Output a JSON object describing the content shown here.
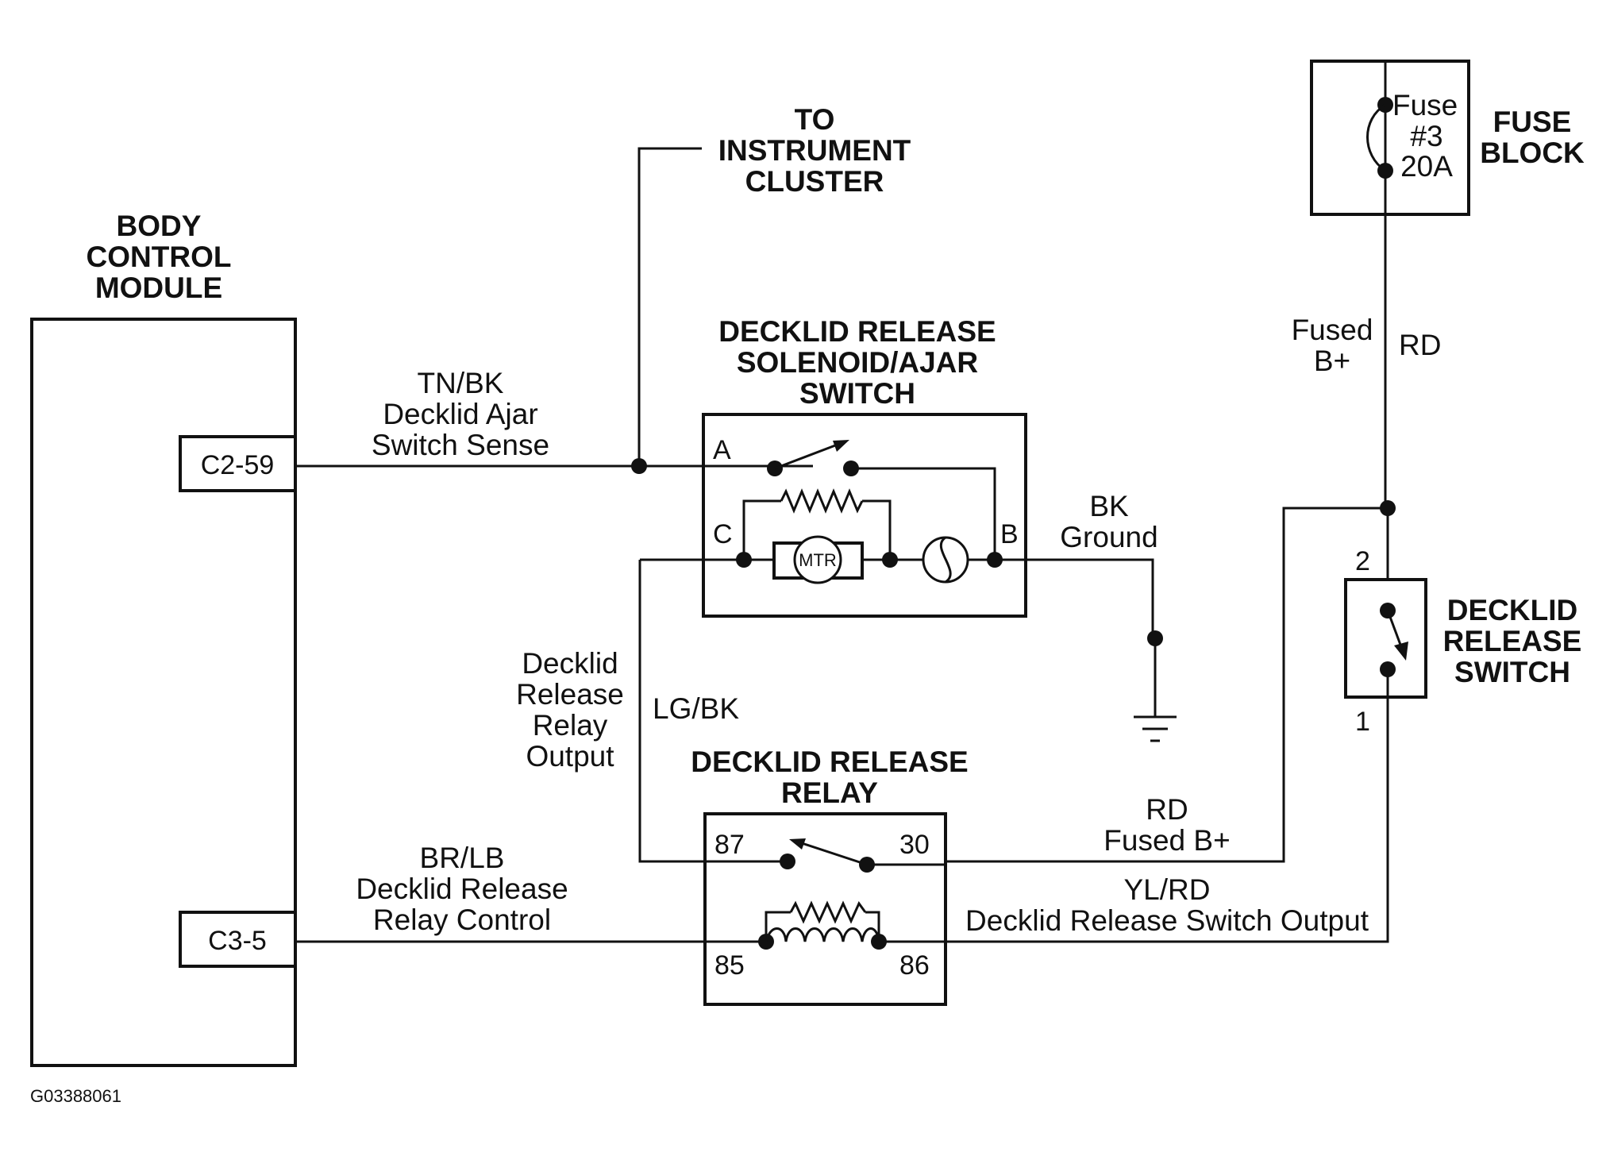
{
  "labels": {
    "bcm": [
      "BODY",
      "CONTROL",
      "MODULE"
    ],
    "instrument": [
      "TO",
      "INSTRUMENT",
      "CLUSTER"
    ],
    "solenoid": [
      "DECKLID RELEASE",
      "SOLENOID/AJAR",
      "SWITCH"
    ],
    "relay": [
      "DECKLID RELEASE",
      "RELAY"
    ],
    "fuse_block": [
      "FUSE",
      "BLOCK"
    ],
    "fuse": [
      "Fuse",
      "#3",
      "20A"
    ],
    "release_switch": [
      "DECKLID",
      "RELEASE",
      "SWITCH"
    ],
    "figure_id": "G03388061"
  },
  "connectors": {
    "c2_59": "C2-59",
    "c3_5": "C3-5"
  },
  "wires": {
    "ajar_sense": [
      "TN/BK",
      "Decklid Ajar",
      "Switch Sense"
    ],
    "ground": [
      "BK",
      "Ground"
    ],
    "fused_b_top": [
      "Fused",
      "B+"
    ],
    "fused_b_top_color": "RD",
    "relay_output": [
      "Decklid",
      "Release",
      "Relay",
      "Output"
    ],
    "relay_output_color": "LG/BK",
    "relay_control": [
      "BR/LB",
      "Decklid Release",
      "Relay Control"
    ],
    "relay_fused": [
      "RD",
      "Fused B+"
    ],
    "switch_output": [
      "YL/RD",
      "Decklid Release Switch Output"
    ]
  },
  "pins": {
    "sol_a": "A",
    "sol_b": "B",
    "sol_c": "C",
    "motor": "MTR",
    "r87": "87",
    "r30": "30",
    "r85": "85",
    "r86": "86",
    "sw2": "2",
    "sw1": "1"
  }
}
